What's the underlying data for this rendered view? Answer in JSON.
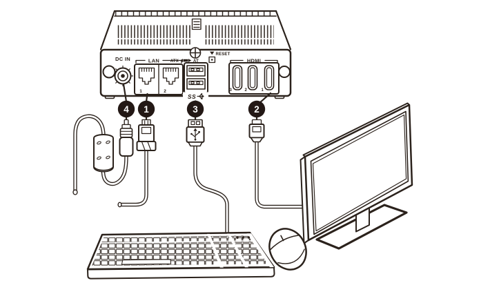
{
  "colors": {
    "line": "#2b221c",
    "callout_fill": "#231815",
    "callout_number": "#ffffff",
    "background": "#ffffff"
  },
  "panel": {
    "dc_in_label": "DC IN",
    "lan_group_label": "LAN",
    "lan_port1_label": "1",
    "lan_port2_label": "2",
    "switch_atx_label": "ATX",
    "switch_at_label": "AT",
    "reset_label": "RESET",
    "usb_ss_label": "SS",
    "hdmi_group_label": "HDMI",
    "hdmi_port3_label": "3",
    "hdmi_port2_label": "2",
    "hdmi_port1_label": "1"
  },
  "callouts": {
    "power": {
      "number": "4"
    },
    "lan": {
      "number": "1"
    },
    "usb": {
      "number": "3"
    },
    "hdmi": {
      "number": "2"
    }
  }
}
